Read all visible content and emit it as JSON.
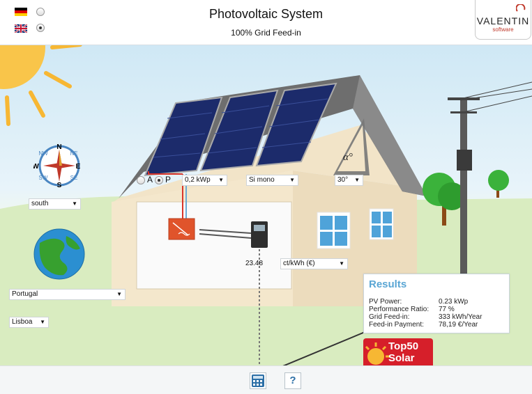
{
  "header": {
    "title": "Photovoltaic System",
    "subtitle": "100% Grid Feed-in",
    "languages": [
      {
        "name": "german-flag-icon",
        "selected": false
      },
      {
        "name": "uk-flag-icon",
        "selected": true
      }
    ],
    "logo_main": "VALENTIN",
    "logo_sub": "software"
  },
  "controls": {
    "orientation": "south",
    "country": "Portugal",
    "city": "Lisboa",
    "tracking_options": [
      "A",
      "P"
    ],
    "tracking_selected": "P",
    "power": "0,2 kWp",
    "module_type": "Si mono",
    "tilt": "30°",
    "tilt_symbol": "α°",
    "tariff_value": "23.48",
    "tariff_unit": "ct/kWh (€)"
  },
  "compass": {
    "n": "N",
    "s": "S",
    "e": "E",
    "w": "W",
    "nw": "NW",
    "ne": "NE",
    "sw": "SW",
    "se": "SE"
  },
  "results": {
    "title": "Results",
    "rows": [
      {
        "label": "PV Power:",
        "value": "0.23 kWp"
      },
      {
        "label": "Performance Ratio:",
        "value": "77 %"
      },
      {
        "label": "Grid Feed-in:",
        "value": "333 kWh/Year"
      },
      {
        "label": "Feed-in Payment:",
        "value": "78,19 €/Year"
      }
    ]
  },
  "badge": {
    "line1": "Top50",
    "line2": "Solar"
  },
  "footer": {
    "help_label": "?",
    "calculator_icon": "calculator-icon"
  },
  "colors": {
    "results_title": "#5aa6d4",
    "badge_red": "#d61f2a",
    "inverter_orange": "#e0542b",
    "sun": "#f7b733"
  }
}
